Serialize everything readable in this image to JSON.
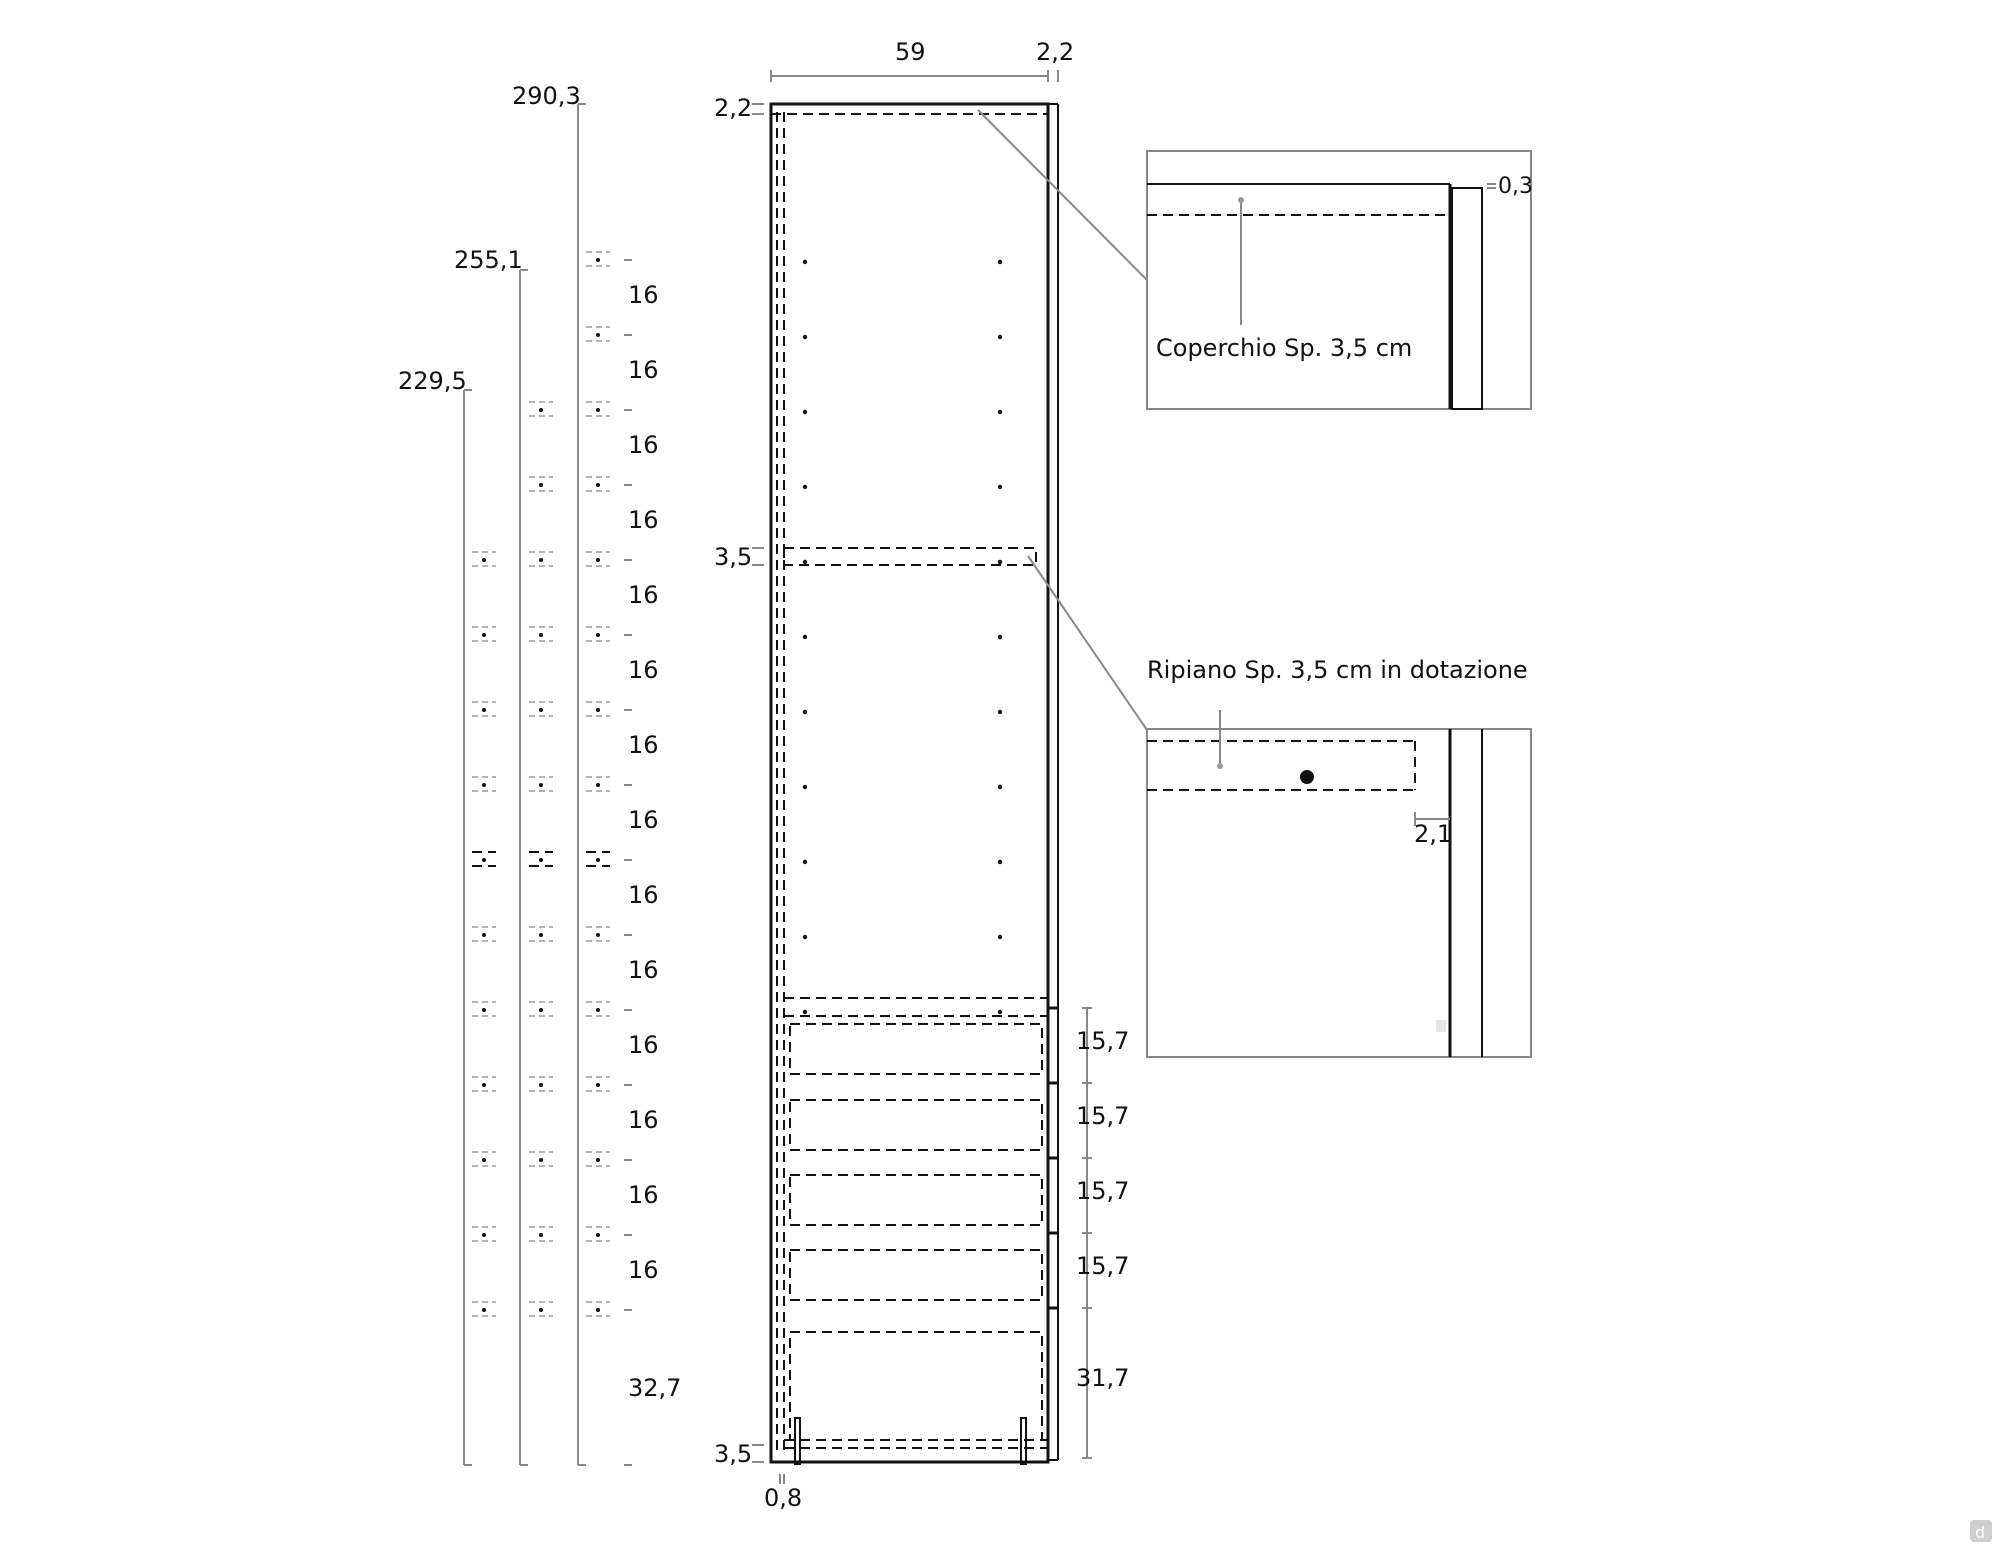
{
  "cabinet": {
    "width_label": "59",
    "side_label": "2.2",
    "side_label_display": "2,2",
    "top_offset_label": "2,2",
    "shelf_label": "3,5",
    "bottom_label": "3,5",
    "back_label": "0,8"
  },
  "heights": {
    "h1": "290,3",
    "h2": "255,1",
    "h3": "229,5"
  },
  "pitch_labels": [
    "16",
    "16",
    "16",
    "16",
    "16",
    "16",
    "16",
    "16",
    "16",
    "16",
    "16",
    "16",
    "16",
    "16",
    "32,7"
  ],
  "drawer_labels": [
    "15,7",
    "15,7",
    "15,7",
    "15,7",
    "31,7"
  ],
  "detail_top": {
    "caption": "Coperchio Sp. 3,5 cm",
    "gap_label": "0,3"
  },
  "detail_shelf": {
    "caption": "Ripiano Sp. 3,5 cm in dotazione",
    "offset_label": "2,1"
  },
  "watermark": "d"
}
